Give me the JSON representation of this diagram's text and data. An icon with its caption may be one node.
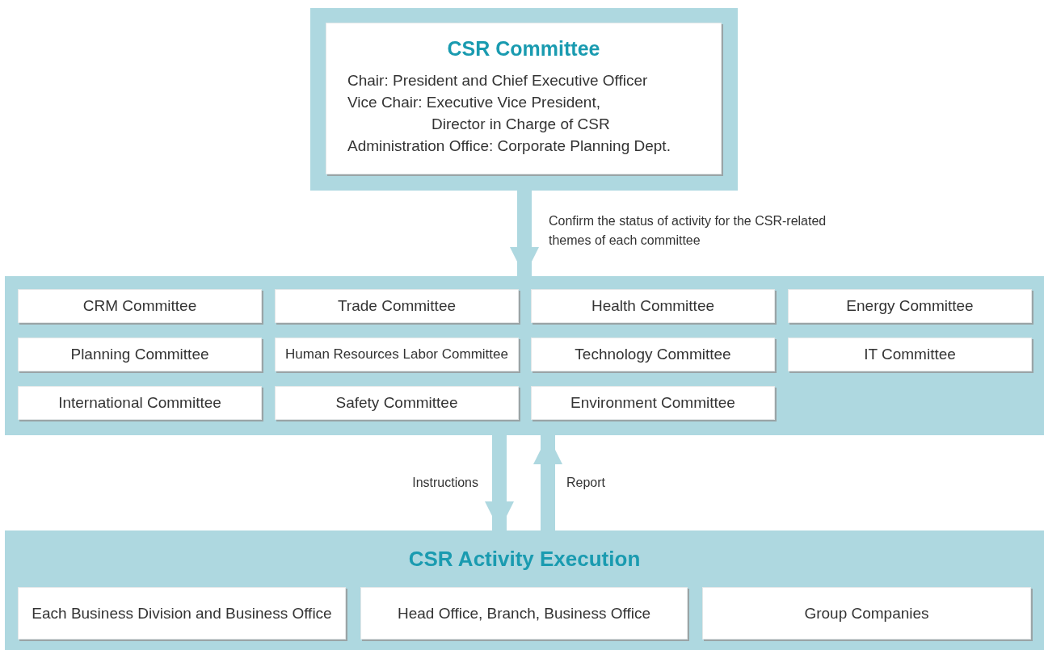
{
  "diagram": {
    "nodes": [
      {
        "text": [],
        "shape": "box"
      },
      {
        "text": [
          "CSR Committee",
          "Chair: President and Chief Executive Officer",
          "Vice Chair: Executive Vice President, Director in Charge of CSR",
          "Administration Office: Corporate Planning Dept."
        ],
        "in": 0
      },
      {
        "text": [],
        "shape": "box"
      },
      {
        "text": [
          "CRM Committee"
        ],
        "in": 2
      },
      {
        "text": [
          "Trade Committee"
        ],
        "in": 2
      },
      {
        "text": [
          "Health Committee"
        ],
        "in": 2
      },
      {
        "text": [
          "Energy Committee"
        ],
        "in": 2
      },
      {
        "text": [
          "Planning Committee"
        ],
        "in": 2
      },
      {
        "text": [
          "Human Resources Labor Committee"
        ],
        "in": 2
      },
      {
        "text": [
          "Technology Committee"
        ],
        "in": 2
      },
      {
        "text": [
          "IT Committee"
        ],
        "in": 2
      },
      {
        "text": [
          "International Committee"
        ],
        "in": 2
      },
      {
        "text": [
          "Safety Committee"
        ],
        "in": 2
      },
      {
        "text": [
          "Environment Committee"
        ],
        "in": 2
      },
      {
        "text": [
          "CSR Activity Execution"
        ]
      },
      {
        "text": [
          "Each Business Division and Business Office"
        ],
        "in": 14
      },
      {
        "text": [
          "Head Office, Branch, Business Office"
        ],
        "in": 14
      },
      {
        "text": [
          "Group Companies"
        ],
        "in": 14
      }
    ],
    "edges": [
      {
        "from": 0,
        "to": 2,
        "arrow": "to",
        "label": "Confirm the status of activity for the CSR-related themes of each committee"
      },
      {
        "from": 2,
        "to": 14,
        "arrow": "to",
        "label": "Instructions"
      },
      {
        "from": 14,
        "to": 2,
        "arrow": "to",
        "label": "Report"
      }
    ]
  }
}
